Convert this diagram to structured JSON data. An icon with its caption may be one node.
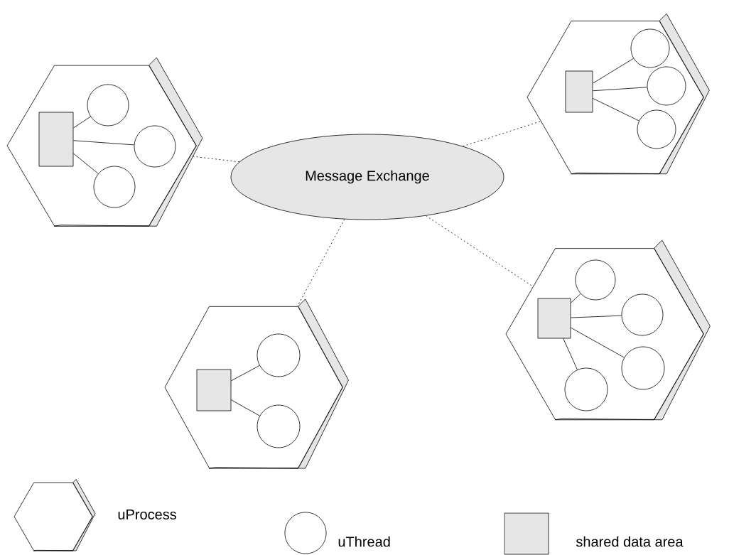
{
  "diagram": {
    "nodes": [
      {
        "text": [],
        "shape": "hexagon"
      },
      {
        "text": [],
        "shape": "box",
        "in": 0
      },
      {
        "text": [],
        "shape": "circle",
        "in": 0
      },
      {
        "text": [],
        "shape": "circle",
        "in": 0
      },
      {
        "text": [],
        "shape": "circle",
        "in": 0
      },
      {
        "text": [
          "Message  Exchange"
        ]
      },
      {
        "text": [],
        "shape": "hexagon"
      },
      {
        "text": [],
        "shape": "box",
        "in": 6
      },
      {
        "text": [],
        "shape": "circle",
        "in": 6
      },
      {
        "text": [],
        "shape": "circle",
        "in": 6
      },
      {
        "text": [],
        "shape": "circle",
        "in": 6
      },
      {
        "text": [],
        "shape": "hexagon"
      },
      {
        "text": [],
        "shape": "box",
        "in": 11
      },
      {
        "text": [],
        "shape": "circle",
        "in": 11
      },
      {
        "text": [],
        "shape": "circle",
        "in": 11
      },
      {
        "text": [],
        "shape": "hexagon"
      },
      {
        "text": [],
        "shape": "box",
        "in": 15
      },
      {
        "text": [],
        "shape": "circle",
        "in": 15
      },
      {
        "text": [],
        "shape": "circle",
        "in": 15
      },
      {
        "text": [],
        "shape": "circle",
        "in": 15
      },
      {
        "text": [],
        "shape": "circle",
        "in": 15
      }
    ],
    "edges": [
      {
        "from": 1,
        "to": 2,
        "arrow": "none"
      },
      {
        "from": 1,
        "to": 3,
        "arrow": "none"
      },
      {
        "from": 1,
        "to": 4,
        "arrow": "none"
      },
      {
        "from": 7,
        "to": 8,
        "arrow": "none"
      },
      {
        "from": 7,
        "to": 9,
        "arrow": "none"
      },
      {
        "from": 7,
        "to": 10,
        "arrow": "none"
      },
      {
        "from": 12,
        "to": 13,
        "arrow": "none"
      },
      {
        "from": 12,
        "to": 14,
        "arrow": "none"
      },
      {
        "from": 16,
        "to": 17,
        "arrow": "none"
      },
      {
        "from": 16,
        "to": 18,
        "arrow": "none"
      },
      {
        "from": 16,
        "to": 19,
        "arrow": "none"
      },
      {
        "from": 16,
        "to": 20,
        "arrow": "none"
      },
      {
        "from": 5,
        "to": 0,
        "arrow": "none",
        "style": "dashed"
      },
      {
        "from": 5,
        "to": 6,
        "arrow": "none",
        "style": "dashed"
      },
      {
        "from": 5,
        "to": 11,
        "arrow": "none",
        "style": "dashed"
      },
      {
        "from": 5,
        "to": 15,
        "arrow": "none",
        "style": "dashed"
      }
    ],
    "legend": [
      {
        "text": "uProcess"
      },
      {
        "text": "uThread"
      },
      {
        "text": "shared data area",
        "color": "#e6e6e6"
      }
    ]
  }
}
